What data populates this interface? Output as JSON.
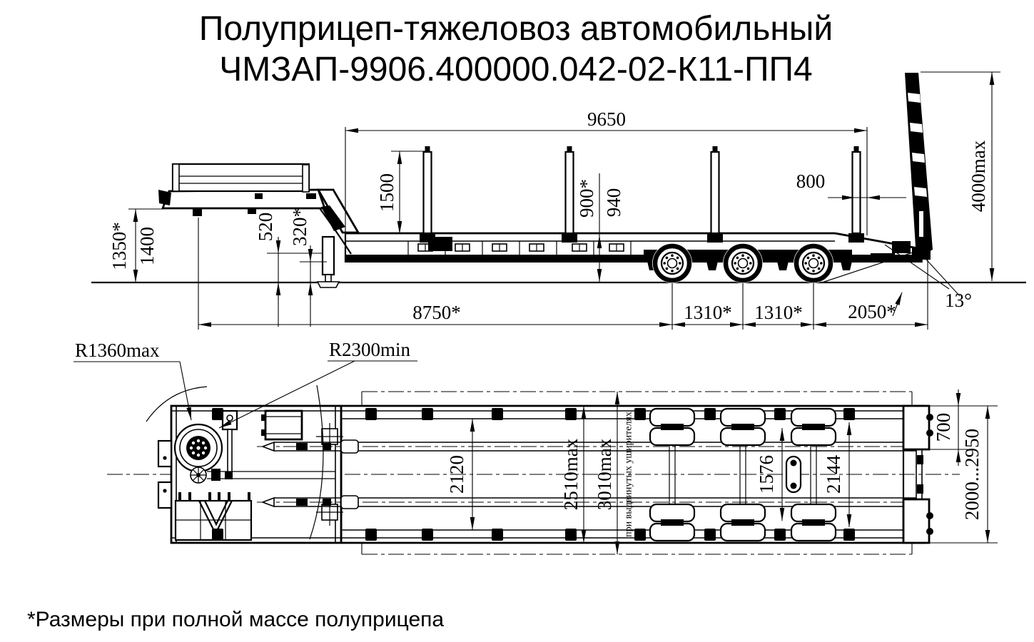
{
  "title": {
    "line1": "Полуприцеп-тяжеловоз автомобильный",
    "line2": "ЧМЗАП-9906.400000.042-02-К11-ПП4"
  },
  "footnote": "*Размеры при полной массе полуприцепа",
  "side_view": {
    "dims": {
      "overall_length": "9650",
      "stake_height": "1500",
      "stake_to_rear": "800",
      "gooseneck_height_laden": "1350*",
      "gooseneck_height": "1400",
      "gooseneck_clearance": "520",
      "clearance_laden": "320*",
      "deck_height_laden": "900*",
      "deck_height": "940",
      "kingpin_to_first_axle": "8750*",
      "axle_spacing_1": "1310*",
      "axle_spacing_2": "1310*",
      "rear_overhang": "2050*",
      "ramp_height": "4000max",
      "ramp_angle": "13°"
    }
  },
  "plan_view": {
    "dims": {
      "front_swing_radius": "R1360max",
      "rear_swing_radius": "R2300min",
      "frame_width": "2120",
      "overall_width": "2510max",
      "width_wideners_out": "3010max",
      "wideners_note": "при выдвинутых уширителях",
      "dual_wheel_track": "1576",
      "over_tyres_width": "2144",
      "beam_offset": "700",
      "support_spread": "2000...2950"
    }
  }
}
